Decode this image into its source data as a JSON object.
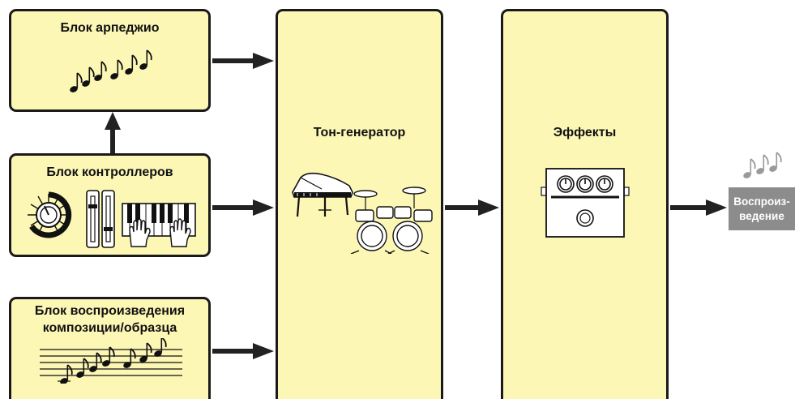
{
  "blocks": {
    "arpeggio": {
      "title": "Блок арпеджио"
    },
    "controllers": {
      "title": "Блок контроллеров"
    },
    "song_pattern": {
      "line1": "Блок воспроизведения",
      "line2": "композиции/образца"
    },
    "tone_generator": {
      "title": "Тон-генератор"
    },
    "effects": {
      "title": "Эффекты"
    }
  },
  "output": {
    "line1": "Воспроиз-",
    "line2": "ведение"
  },
  "colors": {
    "block_fill": "#fdf7b6",
    "border": "#1a1a1a",
    "output_fill": "#8c8c8c",
    "icon_note_gray": "#9a9a9a"
  },
  "icons": [
    "notes-icon",
    "knob-icon",
    "slider-icon",
    "keyboard-hands-icon",
    "staff-notes-icon",
    "piano-icon",
    "drum-kit-icon",
    "effect-pedal-icon",
    "output-notes-icon"
  ]
}
